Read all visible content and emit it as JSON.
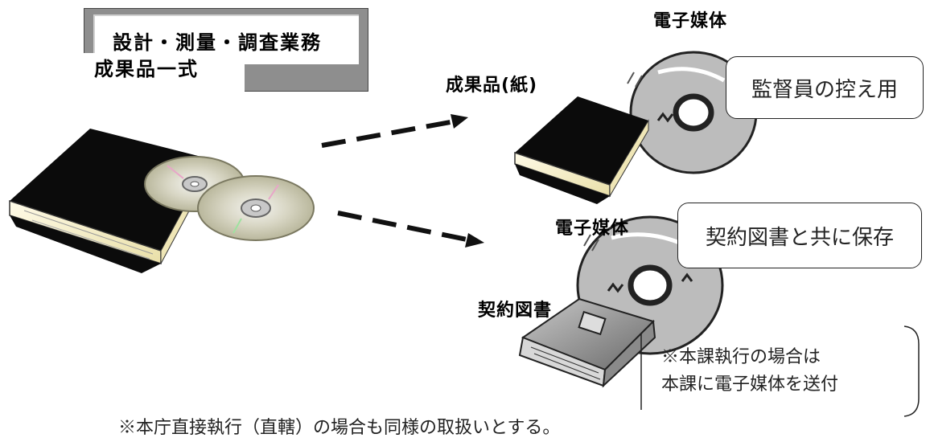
{
  "title": {
    "line1": "設計・測量・調査業務",
    "line2": "成果品一式"
  },
  "labels": {
    "paper_output": "成果品(紙)",
    "media_top": "電子媒体",
    "media_bottom": "電子媒体",
    "contract_docs": "契約図書"
  },
  "callouts": {
    "supervisor_copy": "監督員の控え用",
    "store_with_contract": "契約図書と共に保存"
  },
  "branch_note": {
    "line1": "※本課執行の場合は",
    "line2": "本課に電子媒体を送付"
  },
  "footnote": "※本庁直接執行（直轄）の場合も同様の取扱いとする。"
}
